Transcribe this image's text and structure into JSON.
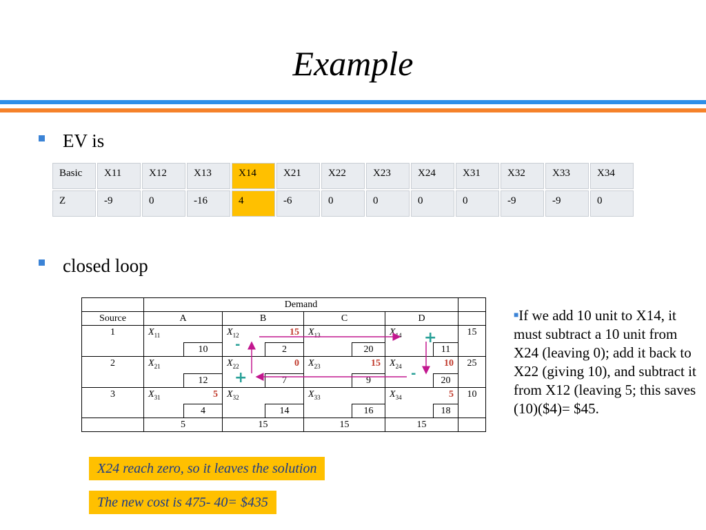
{
  "title": "Example",
  "bullets": [
    {
      "text": "EV is"
    },
    {
      "text": "closed loop"
    }
  ],
  "ev_table": {
    "headers": [
      "Basic",
      "X11",
      "X12",
      "X13",
      "X14",
      "X21",
      "X22",
      "X23",
      "X24",
      "X31",
      "X32",
      "X33",
      "X34"
    ],
    "row": [
      "Z",
      "-9",
      "0",
      "-16",
      "4",
      "-6",
      "0",
      "0",
      "0",
      "0",
      "-9",
      "-9",
      "0"
    ],
    "highlight_color": "#ffc000"
  },
  "loop_table": {
    "demand_label": "Demand",
    "source_label": "Source",
    "columns": [
      "A",
      "B",
      "C",
      "D"
    ],
    "rows": [
      {
        "source": "1",
        "cells": [
          {
            "var": "X",
            "sub": "11",
            "alloc": "",
            "cost": "10"
          },
          {
            "var": "X",
            "sub": "12",
            "alloc": "15",
            "cost": "2"
          },
          {
            "var": "X",
            "sub": "13",
            "alloc": "",
            "cost": "20"
          },
          {
            "var": "X",
            "sub": "14",
            "alloc": "",
            "cost": "11"
          }
        ],
        "supply": "15"
      },
      {
        "source": "2",
        "cells": [
          {
            "var": "X",
            "sub": "21",
            "alloc": "",
            "cost": "12"
          },
          {
            "var": "X",
            "sub": "22",
            "alloc": "0",
            "cost": "7"
          },
          {
            "var": "X",
            "sub": "23",
            "alloc": "15",
            "cost": "9"
          },
          {
            "var": "X",
            "sub": "24",
            "alloc": "10",
            "cost": "20"
          }
        ],
        "supply": "25"
      },
      {
        "source": "3",
        "cells": [
          {
            "var": "X",
            "sub": "31",
            "alloc": "5",
            "cost": "4"
          },
          {
            "var": "X",
            "sub": "32",
            "alloc": "",
            "cost": "14"
          },
          {
            "var": "X",
            "sub": "33",
            "alloc": "",
            "cost": "16"
          },
          {
            "var": "X",
            "sub": "34",
            "alloc": "5",
            "cost": "18"
          }
        ],
        "supply": "10"
      }
    ],
    "demand": [
      "5",
      "15",
      "15",
      "15"
    ],
    "signs": {
      "x12": "-",
      "x14": "+",
      "x22": "+",
      "x24": "-"
    },
    "arrow_color": "#c2188f",
    "sign_color": "#2aa198"
  },
  "side_note": "If we add 10 unit to X14, it must subtract a 10 unit from X24 (leaving 0); add it back to X22 (giving 10), and subtract it from X12 (leaving 5; this saves (10)($4)= $45.",
  "callouts": [
    {
      "text": "X24  reach zero, so it leaves the solution"
    },
    {
      "text": "The new cost is 475- 40= $435"
    }
  ]
}
